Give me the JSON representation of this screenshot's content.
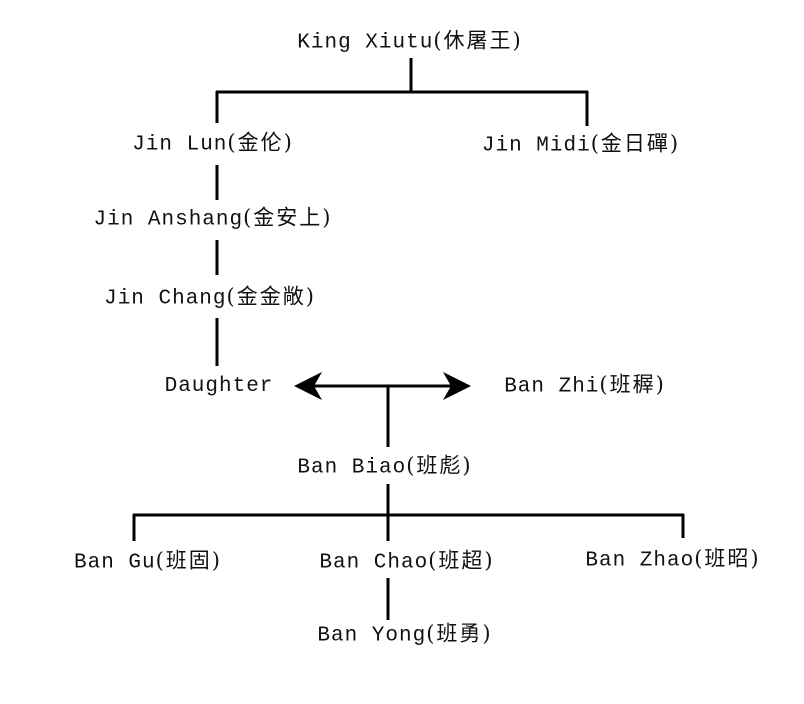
{
  "title": "Family tree of Jin and Ban clans",
  "colors": {
    "line": "#000000",
    "text": "#111111",
    "background": "#ffffff"
  },
  "nodes": {
    "king_xiutu": {
      "name": "King Xiutu",
      "chinese": "(休屠王)"
    },
    "jin_lun": {
      "name": "Jin Lun",
      "chinese": "(金伦)"
    },
    "jin_midi": {
      "name": "Jin Midi",
      "chinese": "(金日磾)"
    },
    "jin_anshang": {
      "name": "Jin Anshang",
      "chinese": "(金安上)"
    },
    "jin_chang": {
      "name": "Jin Chang",
      "chinese": "(金金敞)"
    },
    "daughter": {
      "name": "Daughter",
      "chinese": ""
    },
    "ban_zhi": {
      "name": "Ban Zhi",
      "chinese": "(班稺)"
    },
    "ban_biao": {
      "name": "Ban Biao",
      "chinese": "(班彪)"
    },
    "ban_gu": {
      "name": "Ban Gu",
      "chinese": "(班固)"
    },
    "ban_chao": {
      "name": "Ban Chao",
      "chinese": "(班超)"
    },
    "ban_zhao": {
      "name": "Ban Zhao",
      "chinese": "(班昭)"
    },
    "ban_yong": {
      "name": "Ban Yong",
      "chinese": "(班勇)"
    }
  },
  "relations": [
    {
      "type": "parent-child",
      "parent": "king_xiutu",
      "children": [
        "jin_lun",
        "jin_midi"
      ]
    },
    {
      "type": "parent-child",
      "parent": "jin_lun",
      "children": [
        "jin_anshang"
      ]
    },
    {
      "type": "parent-child",
      "parent": "jin_anshang",
      "children": [
        "jin_chang"
      ]
    },
    {
      "type": "parent-child",
      "parent": "jin_chang",
      "children": [
        "daughter"
      ]
    },
    {
      "type": "marriage",
      "between": [
        "daughter",
        "ban_zhi"
      ]
    },
    {
      "type": "parent-child",
      "parent": "daughter+ban_zhi",
      "children": [
        "ban_biao"
      ]
    },
    {
      "type": "parent-child",
      "parent": "ban_biao",
      "children": [
        "ban_gu",
        "ban_chao",
        "ban_zhao"
      ]
    },
    {
      "type": "parent-child",
      "parent": "ban_chao",
      "children": [
        "ban_yong"
      ]
    }
  ]
}
